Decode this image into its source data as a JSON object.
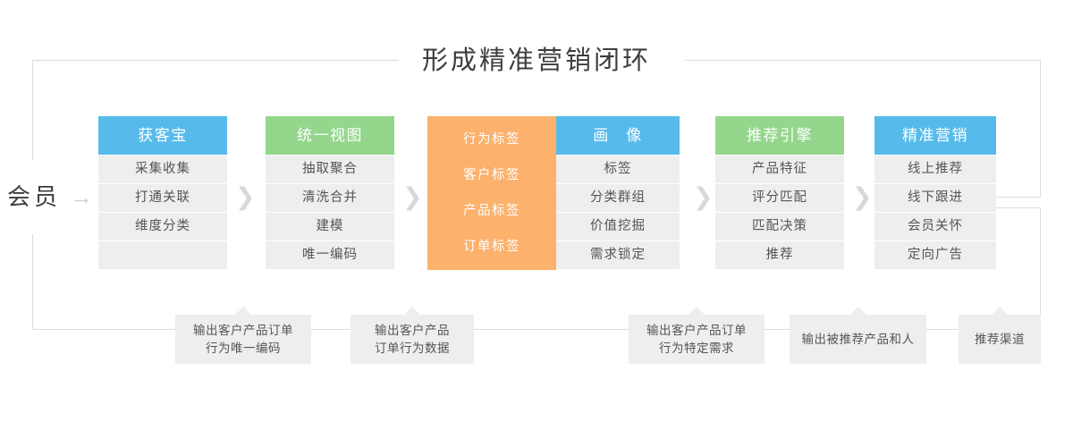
{
  "title": "形成精准营销闭环",
  "entry": {
    "label": "会员",
    "arrow": "→"
  },
  "separator_glyph": "❯",
  "colors": {
    "blue": "#56bbeb",
    "green": "#93d68c",
    "orange": "#fcb16c",
    "row_bg": "#eeeeee",
    "line": "#dcdcdc",
    "text": "#555555"
  },
  "stages": [
    {
      "header": "获客宝",
      "header_color": "blue",
      "rows": [
        "采集收集",
        "打通关联",
        "维度分类",
        ""
      ]
    },
    {
      "header": "统一视图",
      "header_color": "green",
      "rows": [
        "抽取聚合",
        "清洗合并",
        "建模",
        "唯一编码"
      ]
    },
    {
      "header": "画　像",
      "header_color": "blue",
      "rows": [
        "标签",
        "分类群组",
        "价值挖掘",
        "需求锁定"
      ]
    },
    {
      "header": "推荐引擎",
      "header_color": "green",
      "rows": [
        "产品特征",
        "评分匹配",
        "匹配决策",
        "推荐"
      ]
    },
    {
      "header": "精准营销",
      "header_color": "blue",
      "rows": [
        "线上推荐",
        "线下跟进",
        "会员关怀",
        "定向广告"
      ]
    }
  ],
  "tag_block": {
    "items": [
      "行为标签",
      "客户标签",
      "产品标签",
      "订单标签"
    ]
  },
  "outputs": [
    {
      "lines": [
        "输出客户产品订单",
        "行为唯一编码"
      ]
    },
    {
      "lines": [
        "输出客户产品",
        "订单行为数据"
      ]
    },
    {
      "lines": [
        "输出客户产品订单",
        "行为特定需求"
      ]
    },
    {
      "lines": [
        "输出被推荐产品和人"
      ]
    },
    {
      "lines": [
        "推荐渠道"
      ]
    }
  ]
}
